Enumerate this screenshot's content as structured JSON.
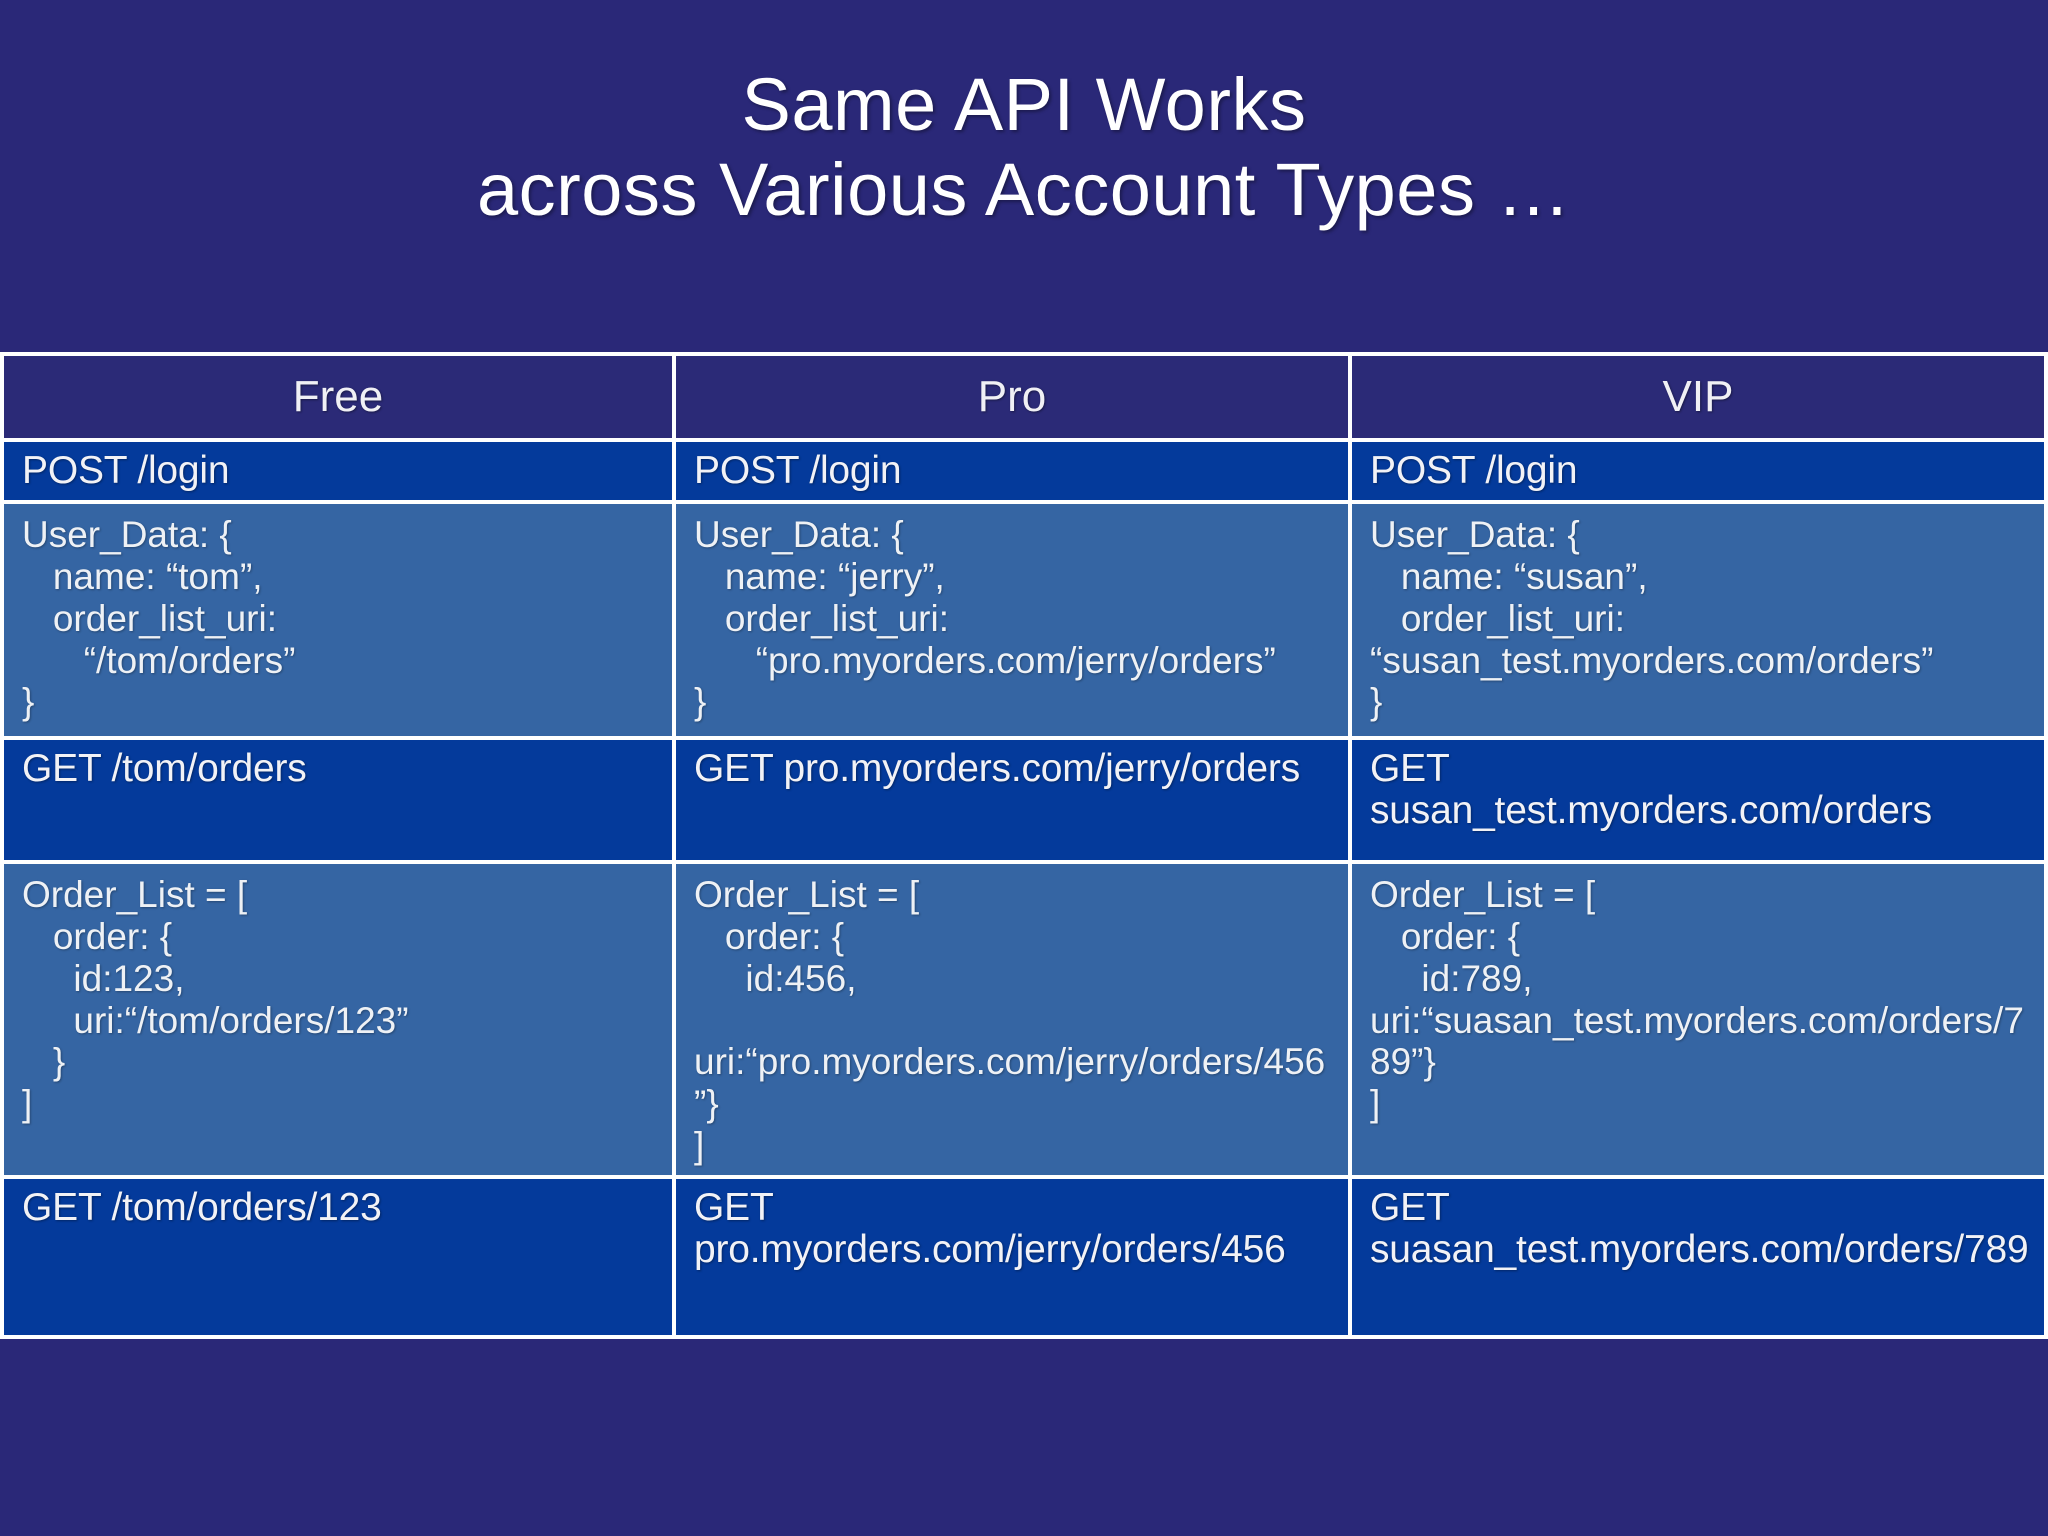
{
  "slide": {
    "background_color": "#2a2878",
    "title": {
      "line1": "Same API Works",
      "line2": "across Various Account Types …"
    }
  },
  "colors": {
    "background_navy": "#2a2878",
    "header_cell_navy": "#2b2a77",
    "request_row_blue": "#043a9b",
    "payload_row_blue": "#3565a3",
    "gridline_white": "#ffffff",
    "text_white": "#f2f2f6"
  },
  "table": {
    "columns": [
      {
        "key": "free",
        "label": "Free"
      },
      {
        "key": "pro",
        "label": "Pro"
      },
      {
        "key": "vip",
        "label": "VIP"
      }
    ],
    "rows": [
      {
        "kind": "request",
        "name": "login-request",
        "cells": {
          "free": "POST /login",
          "pro": "POST /login",
          "vip": "POST /login"
        }
      },
      {
        "kind": "payload",
        "name": "user-data-response",
        "cells": {
          "free": "User_Data: {\n   name: “tom”,\n   order_list_uri:\n      “/tom/orders”\n}",
          "pro": "User_Data: {\n   name: “jerry”,\n   order_list_uri:\n      “pro.myorders.com/jerry/orders”\n}",
          "vip": "User_Data: {\n   name: “susan”,\n   order_list_uri:\n“susan_test.myorders.com/orders”\n}"
        }
      },
      {
        "kind": "request",
        "name": "order-list-request",
        "cells": {
          "free": "GET /tom/orders",
          "pro": "GET pro.myorders.com/jerry/orders",
          "vip": "GET\nsusan_test.myorders.com/orders"
        }
      },
      {
        "kind": "payload",
        "name": "order-list-response",
        "cells": {
          "free": "Order_List = [\n   order: {\n     id:123,\n     uri:“/tom/orders/123”\n   }\n]",
          "pro": "Order_List = [\n   order: {\n     id:456,\n\nuri:“pro.myorders.com/jerry/orders/456”}\n]",
          "vip": "Order_List = [\n   order: {\n     id:789,\nuri:“suasan_test.myorders.com/orders/789”}\n]"
        }
      },
      {
        "kind": "request",
        "name": "order-detail-request",
        "cells": {
          "free": "GET /tom/orders/123",
          "pro": "GET\npro.myorders.com/jerry/orders/456",
          "vip": "GET\nsuasan_test.myorders.com/orders/789"
        }
      }
    ]
  }
}
